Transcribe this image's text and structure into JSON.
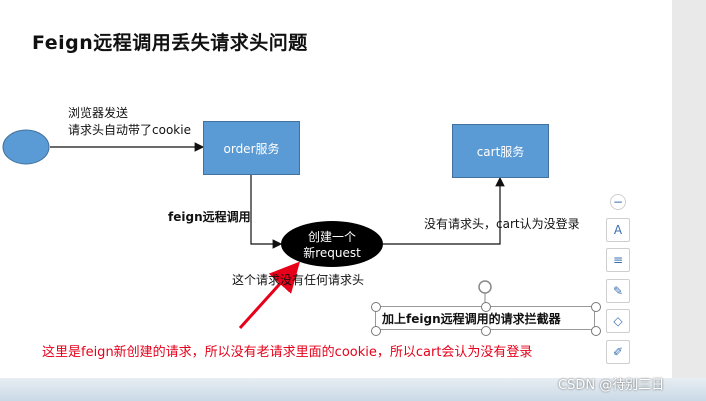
{
  "title": "Feign远程调用丢失请求头问题",
  "nodes": {
    "order": "order服务",
    "cart": "cart服务",
    "ellipse_line1": "创建一个",
    "ellipse_line2": "新request"
  },
  "labels": {
    "browser_line1": "浏览器发送",
    "browser_line2": "请求头自动带了cookie",
    "feign_call": "feign远程调用",
    "no_header_cart": "没有请求头，cart认为没登录",
    "no_header_below": "这个请求没有任何请求头"
  },
  "textbox": "加上feign远程调用的请求拦截器",
  "annotation": "这里是feign新创建的请求，所以没有老请求里面的cookie，所以cart会认为没有登录",
  "watermark": "CSDN @待别三日",
  "toolbar": {
    "icons": [
      "minus-icon",
      "text-style-icon",
      "layers-icon",
      "pen-icon",
      "fill-icon",
      "edit-icon"
    ],
    "minus": "−",
    "text": "A",
    "layers": "≡",
    "pen": "✎",
    "fill": "◇",
    "edit": "✐"
  },
  "colors": {
    "box_fill": "#5b9bd5",
    "annotation_red": "#e6001a",
    "arrow_red": "#e6001a"
  }
}
